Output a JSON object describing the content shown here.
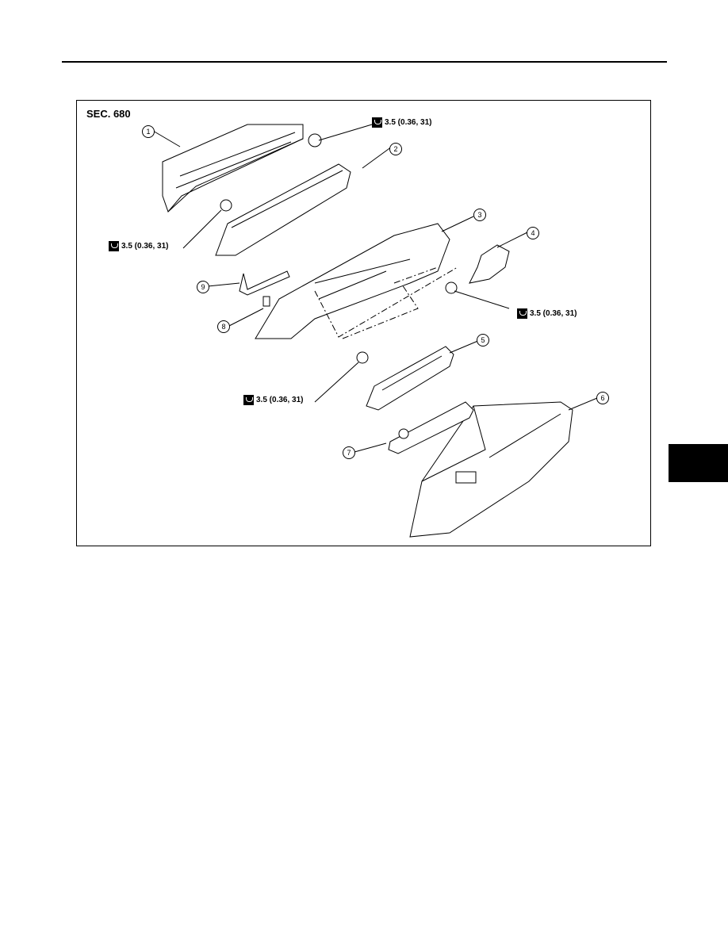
{
  "figure": {
    "section": "SEC. 680",
    "callouts": [
      "1",
      "2",
      "3",
      "4",
      "5",
      "6",
      "7",
      "8",
      "9"
    ],
    "torques": [
      "3.5 (0.36, 31)",
      "3.5 (0.36, 31)",
      "3.5 (0.36, 31)",
      "3.5 (0.36, 31)"
    ]
  }
}
